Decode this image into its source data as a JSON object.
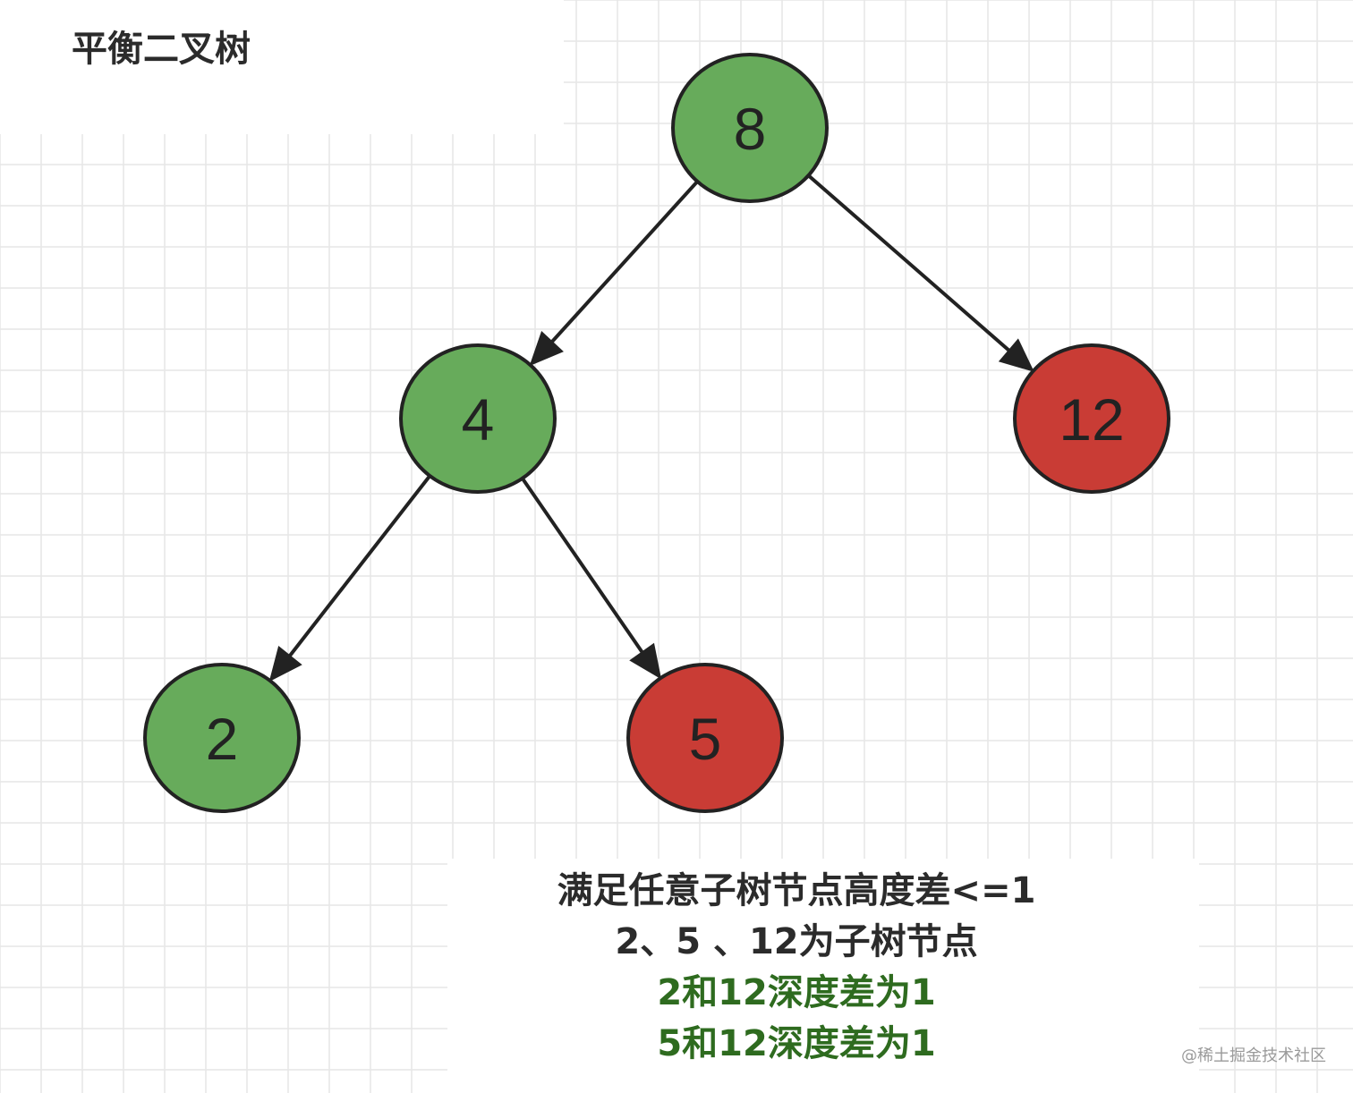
{
  "title": "平衡二叉树",
  "tree": {
    "nodes": [
      {
        "id": "8",
        "label": "8",
        "color": "#67ab5b"
      },
      {
        "id": "4",
        "label": "4",
        "color": "#67ab5b"
      },
      {
        "id": "12",
        "label": "12",
        "color": "#c93c35"
      },
      {
        "id": "2",
        "label": "2",
        "color": "#67ab5b"
      },
      {
        "id": "5",
        "label": "5",
        "color": "#c93c35"
      }
    ],
    "edges": [
      {
        "from": "8",
        "to": "4"
      },
      {
        "from": "8",
        "to": "12"
      },
      {
        "from": "4",
        "to": "2"
      },
      {
        "from": "4",
        "to": "5"
      }
    ]
  },
  "notes": [
    {
      "text": "满足任意子树节点高度差<=1",
      "color": "#2b2b2b"
    },
    {
      "text": "2、5 、12为子树节点",
      "color": "#2b2b2b"
    },
    {
      "text": "2和12深度差为1",
      "color": "#2e6b1f"
    },
    {
      "text": "5和12深度差为1",
      "color": "#2e6b1f"
    }
  ],
  "watermark": "@稀土掘金技术社区",
  "colors": {
    "grid": "#e6e6e6",
    "stroke": "#222222",
    "green_node": "#67ab5b",
    "red_node": "#c93c35",
    "note_green": "#2e6b1f"
  }
}
